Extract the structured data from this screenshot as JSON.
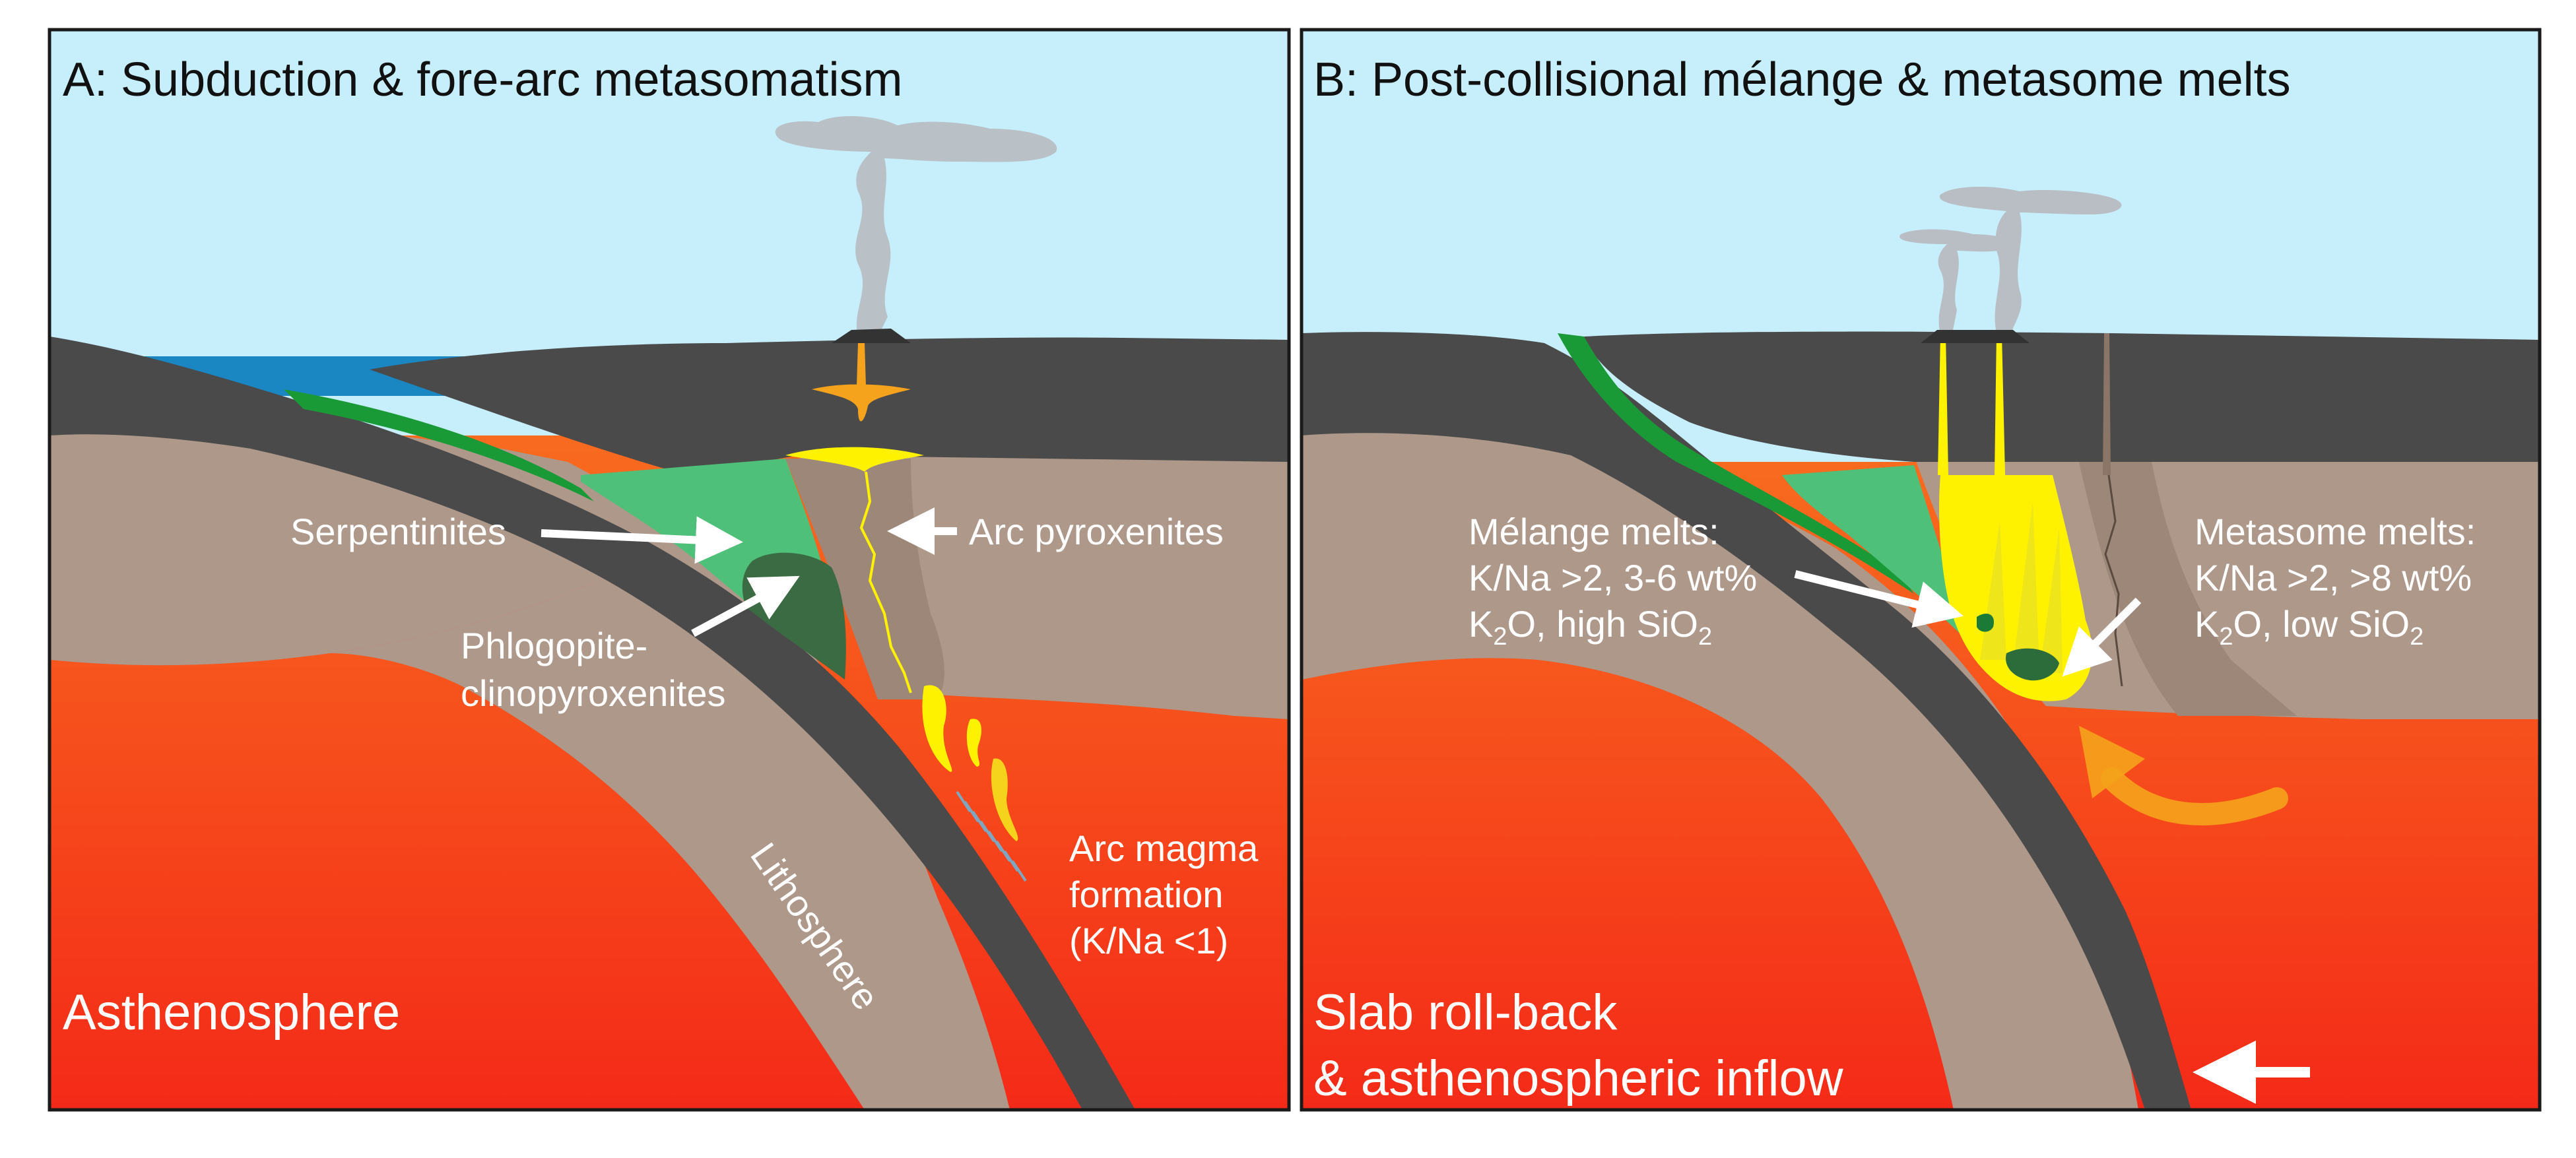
{
  "colors": {
    "sky": "#c7effb",
    "ocean": "#1a86c2",
    "crust": "#4a4a4a",
    "lithosphere": "#ad988a",
    "mantle_top": "#f86b1f",
    "mantle_bottom": "#f42a18",
    "serpentinite": "#4fc07a",
    "phlogopite": "#3a6b42",
    "melt": "#fff200",
    "arc_magma": "#f5a31c",
    "plume": "#b8bec4",
    "green_layer": "#1a9a36",
    "frame": "#1a1a1a"
  },
  "panel_a": {
    "title": "A: Subduction & fore-arc metasomatism",
    "labels": {
      "serpentinites": "Serpentinites",
      "arc_pyroxenites": "Arc pyroxenites",
      "phlogopite_1": "Phlogopite-",
      "phlogopite_2": "clinopyroxenites",
      "lithosphere": "Lithosphere",
      "arc_magma_1": "Arc magma",
      "arc_magma_2": "formation",
      "arc_magma_3": "(K/Na <1)",
      "asthenosphere": "Asthenosphere"
    }
  },
  "panel_b": {
    "title": "B: Post-collisional mélange & metasome melts",
    "labels": {
      "melange_1": "Mélange melts:",
      "melange_2": "K/Na >2, 3-6 wt%",
      "melange_3_k": "K",
      "melange_3_sub": "2",
      "melange_3_rest": "O, high SiO",
      "melange_3_sub2": "2",
      "metasome_1": "Metasome melts:",
      "metasome_2": "K/Na >2, >8 wt%",
      "metasome_3_k": "K",
      "metasome_3_sub": "2",
      "metasome_3_rest": "O, low SiO",
      "metasome_3_sub2": "2",
      "rollback_1": "Slab roll-back",
      "rollback_2": "& asthenospheric inflow"
    }
  }
}
